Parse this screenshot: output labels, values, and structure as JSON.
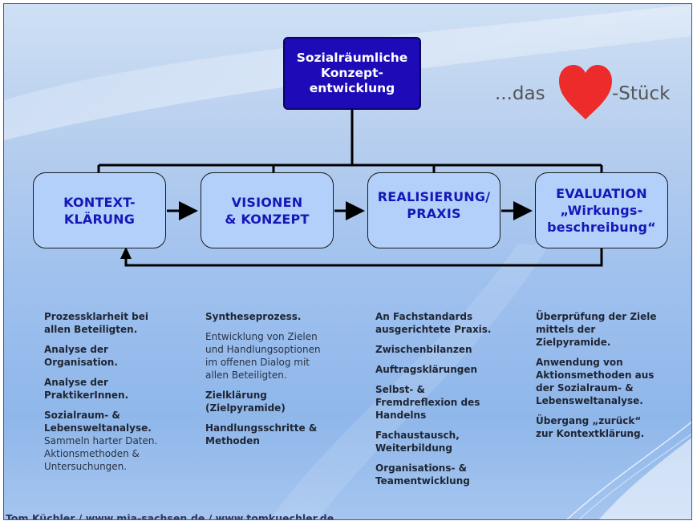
{
  "title": "Sozialräumliche\nKonzept-\nentwicklung",
  "tagline": {
    "before": "...das",
    "after": "-Stück",
    "heart_color": "#ee2b2b"
  },
  "stages": [
    {
      "line1": "KONTEXT-",
      "line2": "KLÄRUNG"
    },
    {
      "line1": "VISIONEN",
      "line2": "& KONZEPT"
    },
    {
      "line1": "REALISIERUNG/",
      "line2": "PRAXIS"
    },
    {
      "line1": "EVALUATION",
      "line2": "„Wirkungs-",
      "line3": "beschreibung“"
    }
  ],
  "columns": [
    [
      {
        "text": "Prozessklarheit bei\nallen Beteiligten.",
        "bold": true
      },
      {
        "text": "Analyse der\nOrganisation.",
        "bold": true
      },
      {
        "text": "Analyse der\nPraktikerInnen.",
        "bold": true
      },
      {
        "text": "Sozialraum- &\nLebensweltanalyse.",
        "bold": true,
        "tight": true
      },
      {
        "text": "Sammeln harter Daten.\nAktionsmethoden &\nUntersuchungen.",
        "bold": false
      }
    ],
    [
      {
        "text": "Syntheseprozess.",
        "bold": true
      },
      {
        "text": "Entwicklung von Zielen\nund Handlungsoptionen\nim offenen Dialog mit\nallen Beteiligten.",
        "bold": false
      },
      {
        "text": "Zielklärung\n(Zielpyramide)",
        "bold": true
      },
      {
        "text": "Handlungsschritte &\nMethoden",
        "bold": true
      }
    ],
    [
      {
        "text": "An Fachstandards\nausgerichtete Praxis.",
        "bold": true
      },
      {
        "text": "Zwischenbilanzen",
        "bold": true
      },
      {
        "text": "Auftragsklärungen",
        "bold": true
      },
      {
        "text": "Selbst- &\nFremdreflexion des\nHandelns",
        "bold": true
      },
      {
        "text": "Fachaustausch,\nWeiterbildung",
        "bold": true
      },
      {
        "text": "Organisations- &\nTeamentwicklung",
        "bold": true
      }
    ],
    [
      {
        "text": "Überprüfung der Ziele\nmittels der\nZielpyramide.",
        "bold": true
      },
      {
        "text": "Anwendung von\nAktionsmethoden aus\nder Sozialraum- &\nLebensweltanalyse.",
        "bold": true
      },
      {
        "text": "Übergang „zurück“\nzur Kontextklärung.",
        "bold": true
      }
    ]
  ],
  "footer": "Tom Küchler / www.mja-sachsen.de / www.tomkuechler.de"
}
